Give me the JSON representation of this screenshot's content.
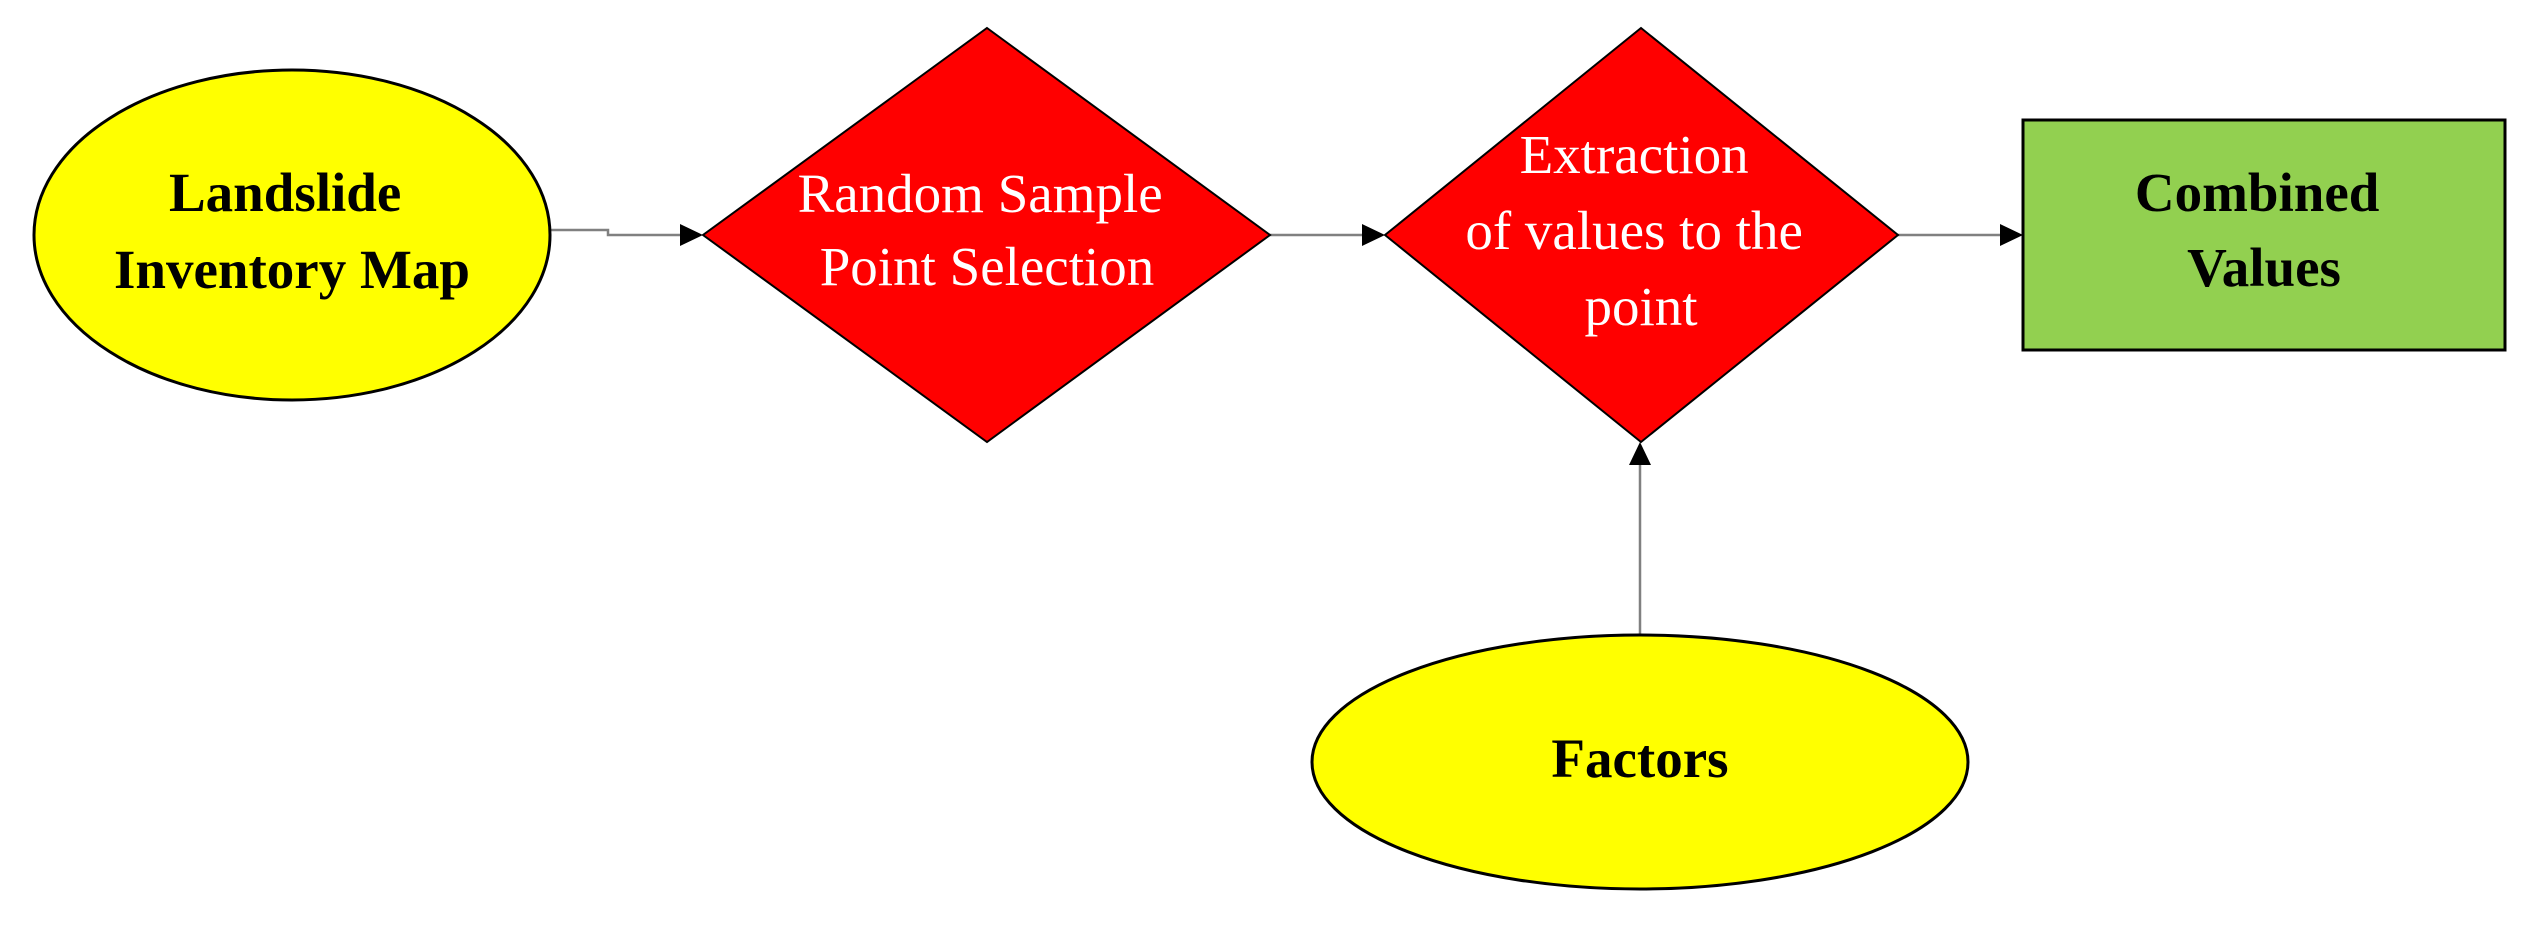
{
  "nodes": {
    "landslide_inventory": {
      "lines": [
        "Landslide",
        "Inventory Map"
      ],
      "shape": "ellipse",
      "fill": "#FFFF00"
    },
    "random_sample": {
      "lines": [
        "Random Sample",
        "Point Selection"
      ],
      "shape": "diamond",
      "fill": "#FF0000"
    },
    "extraction": {
      "lines": [
        "Extraction",
        "of values to the",
        "point"
      ],
      "shape": "diamond",
      "fill": "#FF0000"
    },
    "combined_values": {
      "lines": [
        "Combined",
        "Values"
      ],
      "shape": "rectangle",
      "fill": "#92D050"
    },
    "factors": {
      "lines": [
        "Factors"
      ],
      "shape": "ellipse",
      "fill": "#FFFF00"
    }
  },
  "edges": [
    {
      "from": "landslide_inventory",
      "to": "random_sample"
    },
    {
      "from": "random_sample",
      "to": "extraction"
    },
    {
      "from": "extraction",
      "to": "combined_values"
    },
    {
      "from": "factors",
      "to": "extraction"
    }
  ],
  "colors": {
    "connector": "#808080",
    "arrowhead": "#000000",
    "outline": "#000000"
  }
}
